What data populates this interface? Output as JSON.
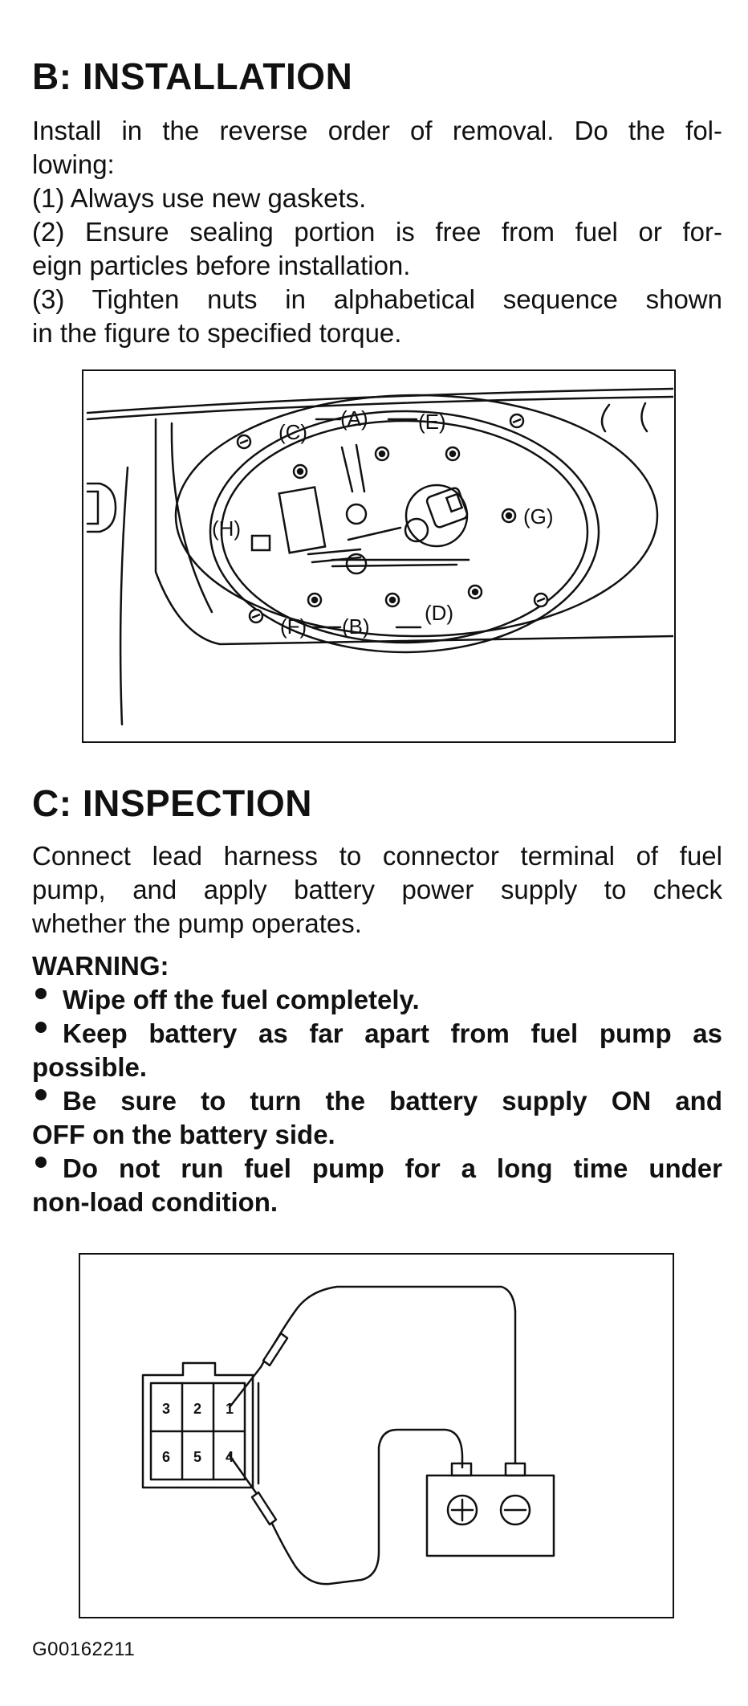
{
  "installation": {
    "heading": "B:  INSTALLATION",
    "lines": [
      "Install in the reverse order of removal. Do the fol-",
      "lowing:",
      "(1)  Always use new gaskets.",
      "(2)  Ensure sealing portion is free from fuel or for-",
      "eign particles before installation.",
      "(3)  Tighten nuts in alphabetical sequence shown",
      "in the figure to specified torque."
    ],
    "figure_labels": {
      "a": "(A)",
      "b": "(B)",
      "c": "(C)",
      "d": "(D)",
      "e": "(E)",
      "f": "(F)",
      "g": "(G)",
      "h": "(H)"
    }
  },
  "inspection": {
    "heading": "C:  INSPECTION",
    "lines": [
      "Connect lead harness to connector terminal of fuel",
      "pump, and apply battery power supply to check",
      "whether the pump operates."
    ],
    "warning_title": "WARNING:",
    "warnings": [
      [
        "Wipe off the fuel completely."
      ],
      [
        "Keep battery as far apart from fuel pump as",
        "possible."
      ],
      [
        "Be sure to turn the battery supply ON and",
        "OFF on the battery side."
      ],
      [
        "Do not run fuel pump for a long time under",
        "non-load condition."
      ]
    ],
    "connector_terminals": [
      "3",
      "2",
      "1",
      "6",
      "5",
      "4"
    ]
  },
  "figure_id": "G00162211"
}
